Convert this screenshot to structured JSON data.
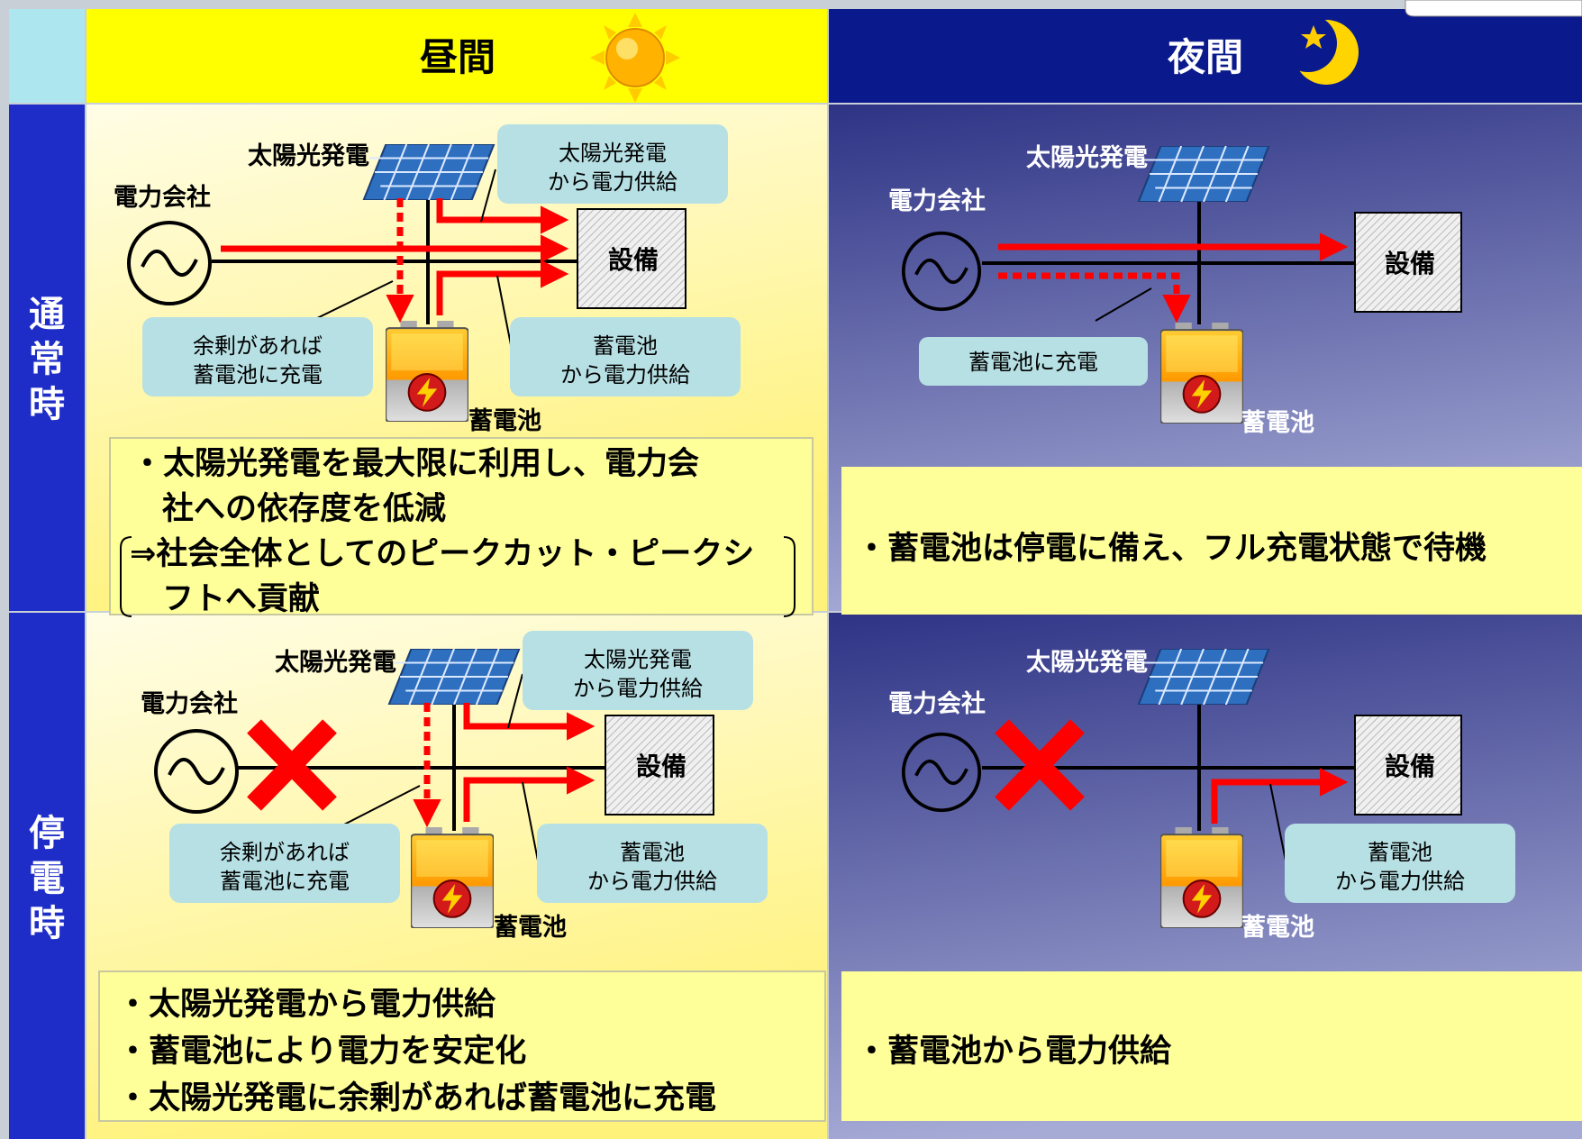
{
  "header": {
    "day_label": "昼間",
    "night_label": "夜間"
  },
  "rows": {
    "normal_label": [
      "通",
      "常",
      "時"
    ],
    "outage_label": [
      "停",
      "電",
      "時"
    ]
  },
  "labels": {
    "solar": "太陽光発電",
    "utility": "電力会社",
    "equipment": "設備",
    "battery": "蓄電池"
  },
  "callouts": {
    "solar_supply": [
      "太陽光発電",
      "から電力供給"
    ],
    "surplus_charge": [
      "余剰があれば",
      "蓄電池に充電"
    ],
    "battery_supply": [
      "蓄電池",
      "から電力供給"
    ],
    "battery_charge": "蓄電池に充電"
  },
  "notes": {
    "day_normal": {
      "lines": [
        "・太陽光発電を最大限に利用し、電力会",
        "社への依存度を低減"
      ],
      "bracket_lines": [
        "⇒社会全体としてのピークカット・ピークシ",
        "フトへ貢献"
      ]
    },
    "night_normal": "・蓄電池は停電に備え、フル充電状態で待機",
    "day_outage": [
      "・太陽光発電から電力供給",
      "・蓄電池により電力を安定化",
      "・太陽光発電に余剰があれば蓄電池に充電"
    ],
    "night_outage": "・蓄電池から電力供給"
  },
  "colors": {
    "day_header": "#ffff00",
    "night_header": "#0a1a8c",
    "row_label_bg": "#1e2dc8",
    "day_panel_light": "#fffde6",
    "day_panel_dark": "#fff27a",
    "night_panel_top": "#2e3385",
    "night_panel_bottom": "#a6abd6",
    "callout_bg": "#b7e0e4",
    "note_bg": "#ffff99",
    "power_arrow": "#ff0000"
  }
}
